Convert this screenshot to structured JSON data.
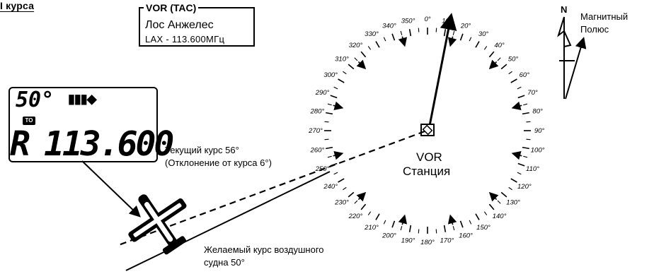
{
  "header": {
    "title_fragment": "I курса"
  },
  "vor_box": {
    "heading": "VOR (TAC)",
    "city": "Лос Анжелес",
    "frequency_line": "LAX - 113.600МГц"
  },
  "magnetic": {
    "north_letter": "N",
    "label_line1": "Магнитный",
    "label_line2": "Полюс"
  },
  "lcd": {
    "course": "50°",
    "to_flag": "TO",
    "mode_letter": "R",
    "frequency": "113.600"
  },
  "captions": {
    "current_course": "Текущий курс 56°",
    "deviation": "(Отклонение от курса 6°)",
    "desired_line1": "Желаемый курс воздушного",
    "desired_line2": "судна 50°"
  },
  "station": {
    "name": "VOR",
    "subtitle": "Станция"
  },
  "compass_labels": [
    "0°",
    "10°",
    "20°",
    "30°",
    "40°",
    "50°",
    "60°",
    "70°",
    "80°",
    "90°",
    "100°",
    "110°",
    "120°",
    "130°",
    "140°",
    "150°",
    "160°",
    "170°",
    "180°",
    "190°",
    "200°",
    "210°",
    "220°",
    "230°",
    "240°",
    "250°",
    "260°",
    "270°",
    "280°",
    "290°",
    "300°",
    "310°",
    "320°",
    "330°",
    "340°",
    "350°"
  ],
  "colors": {
    "ink": "#000000",
    "background": "#ffffff"
  }
}
